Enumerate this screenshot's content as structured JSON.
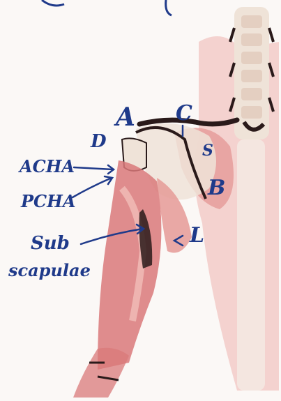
{
  "diagram": {
    "colors": {
      "ink": "#1f3a8a",
      "muscle": "#d9797a",
      "muscle_light": "#eeb4b0",
      "bone": "#efe3d8",
      "dark": "#2a1a1a",
      "paper": "#fbf8f6"
    },
    "labels": {
      "a": "A",
      "c": "C",
      "d": "D",
      "s": "S",
      "b": "B",
      "l": "L",
      "acha": "ACHA",
      "pcha": "PCHA",
      "sub": "Sub",
      "scapulae": "scapulae"
    }
  }
}
